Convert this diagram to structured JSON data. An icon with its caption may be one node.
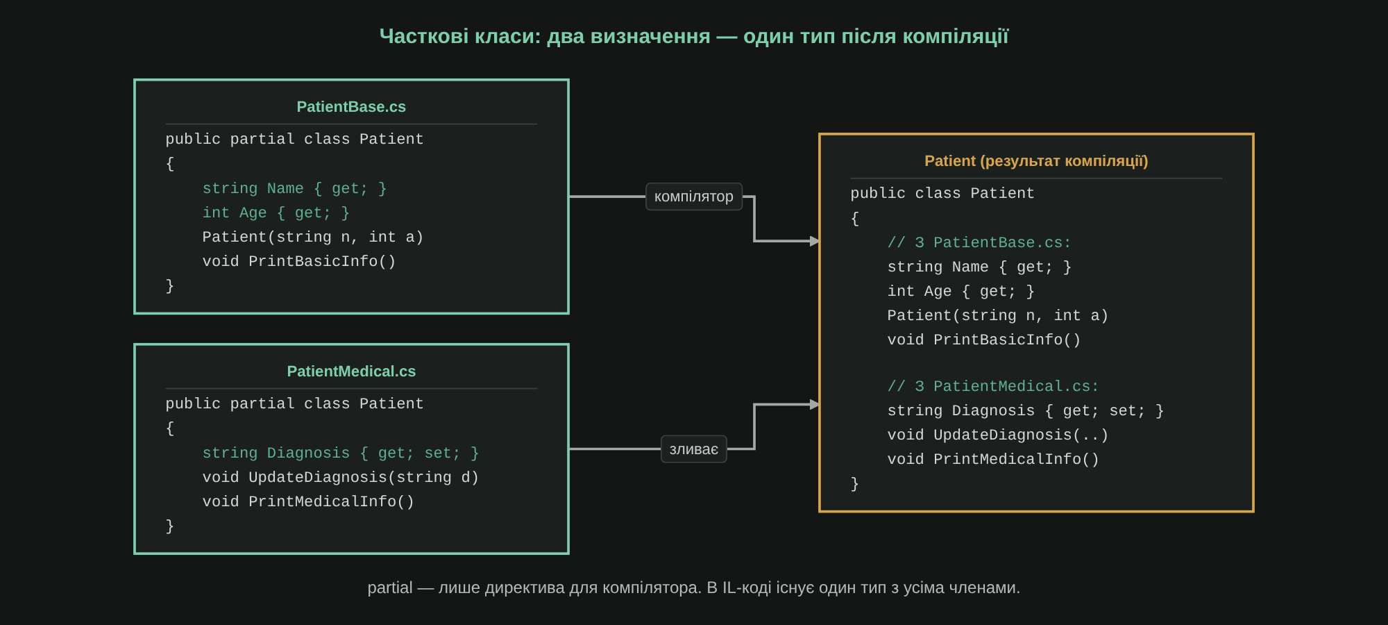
{
  "diagram": {
    "title": "Часткові класи: два визначення — один тип після компіляції",
    "caption": "partial — лише директива для компілятора. В IL-коді існує один тип з усіма членами.",
    "nodes": [
      {
        "text": [
          "PatientBase.cs",
          "public partial class Patient",
          "{",
          "string Name { get; }",
          "int Age { get; }",
          "Patient(string n, int a)",
          "void PrintBasicInfo()",
          "}"
        ]
      },
      {
        "text": [
          "PatientMedical.cs",
          "public partial class Patient",
          "{",
          "string Diagnosis { get; set; }",
          "void UpdateDiagnosis(string d)",
          "void PrintMedicalInfo()",
          "}"
        ]
      },
      {
        "text": [
          "Patient (результат компіляції)",
          "public class Patient",
          "{",
          "// З PatientBase.cs:",
          "string Name { get; }",
          "int Age { get; }",
          "Patient(string n, int a)",
          "void PrintBasicInfo()",
          "// З PatientMedical.cs:",
          "string Diagnosis { get; set; }",
          "void UpdateDiagnosis(..)",
          "void PrintMedicalInfo()",
          "}"
        ]
      }
    ],
    "edges": [
      {
        "from": 0,
        "to": 2,
        "arrow": "to",
        "label": "компілятор"
      },
      {
        "from": 1,
        "to": 2,
        "arrow": "to",
        "label": "зливає"
      }
    ]
  }
}
